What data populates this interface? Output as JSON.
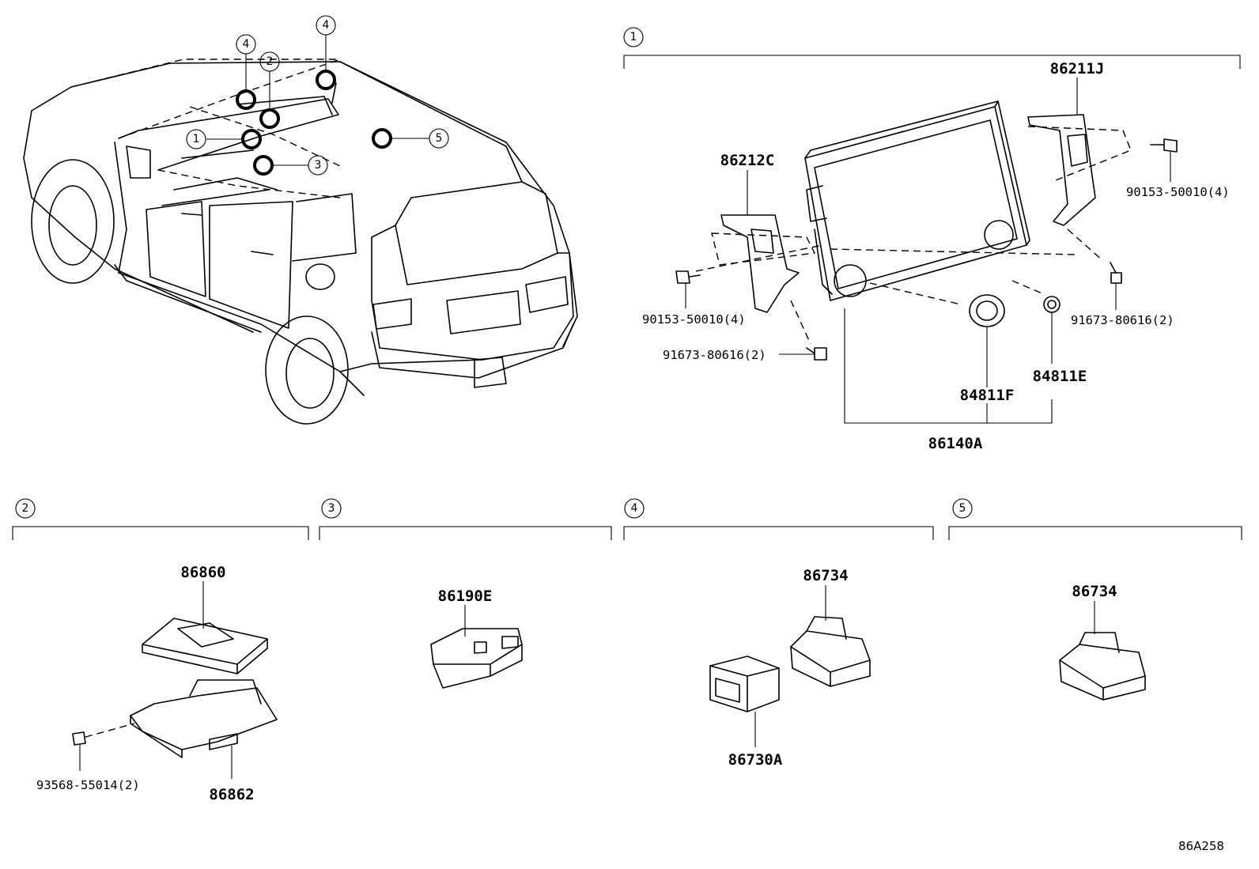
{
  "callout_numbers": [
    "1",
    "2",
    "3",
    "4",
    "5"
  ],
  "sections": [
    {
      "id": "1"
    },
    {
      "id": "2"
    },
    {
      "id": "3"
    },
    {
      "id": "4"
    },
    {
      "id": "5"
    }
  ],
  "parts": {
    "s1": {
      "bracket_right": "86211J",
      "bracket_left": "86212C",
      "bolt_right": "90153-50010(4)",
      "bolt_left": "90153-50010(4)",
      "screw_right": "91673-80616(2)",
      "screw_left": "91673-80616(2)",
      "knob_large": "84811F",
      "knob_small": "84811E",
      "display_assy": "86140A"
    },
    "s2": {
      "module_top": "86860",
      "bracket": "86862",
      "screw": "93568-55014(2)"
    },
    "s3": {
      "module": "86190E"
    },
    "s4": {
      "module_top": "86734",
      "module_bottom": "86730A"
    },
    "s5": {
      "module": "86734"
    }
  },
  "diagram_code": "86A258"
}
